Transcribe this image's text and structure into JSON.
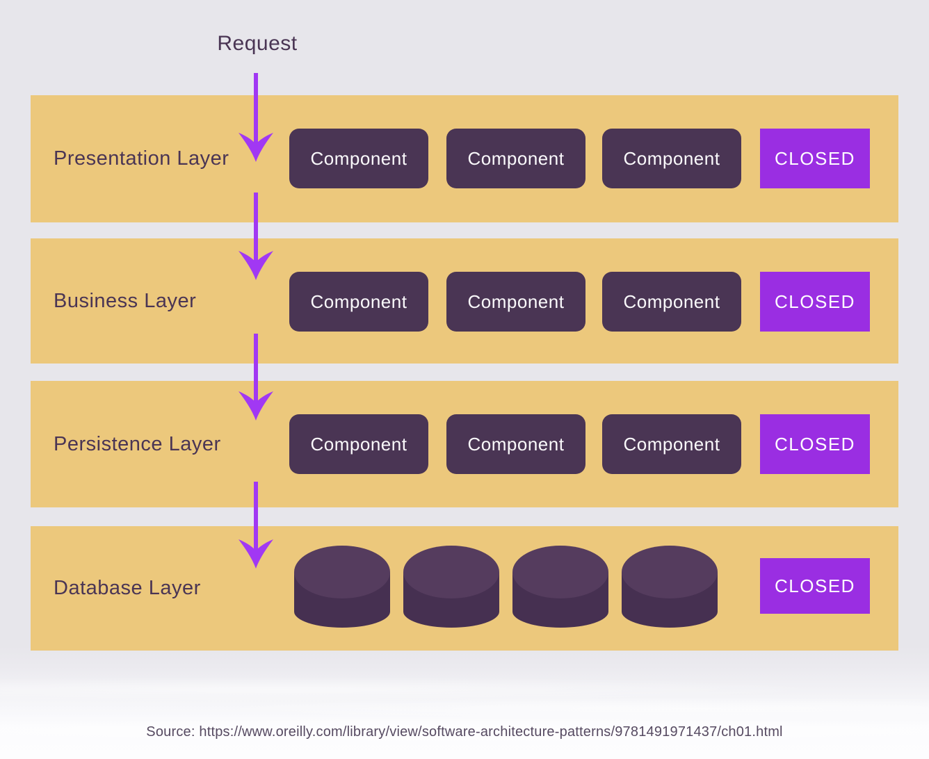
{
  "request_label": "Request",
  "layers": [
    {
      "label": "Presentation Layer",
      "components": [
        "Component",
        "Component",
        "Component"
      ],
      "closed_label": "CLOSED"
    },
    {
      "label": "Business Layer",
      "components": [
        "Component",
        "Component",
        "Component"
      ],
      "closed_label": "CLOSED"
    },
    {
      "label": "Persistence Layer",
      "components": [
        "Component",
        "Component",
        "Component"
      ],
      "closed_label": "CLOSED"
    },
    {
      "label": "Database Layer",
      "database_icon_count": 4,
      "closed_label": "CLOSED"
    }
  ],
  "source_line": "Source: https://www.oreilly.com/library/view/software-architecture-patterns/9781491971437/ch01.html",
  "colors": {
    "bg": "#e7e6eb",
    "band": "#ecc87c",
    "component": "#4a3554",
    "closed": "#9a2ee2",
    "arrow": "#a138f3",
    "cylinder_top": "#553c5e",
    "cylinder_body": "#463051",
    "dark_text": "#4a3554",
    "source_text": "#564a61",
    "box_text": "#faf9fb"
  }
}
